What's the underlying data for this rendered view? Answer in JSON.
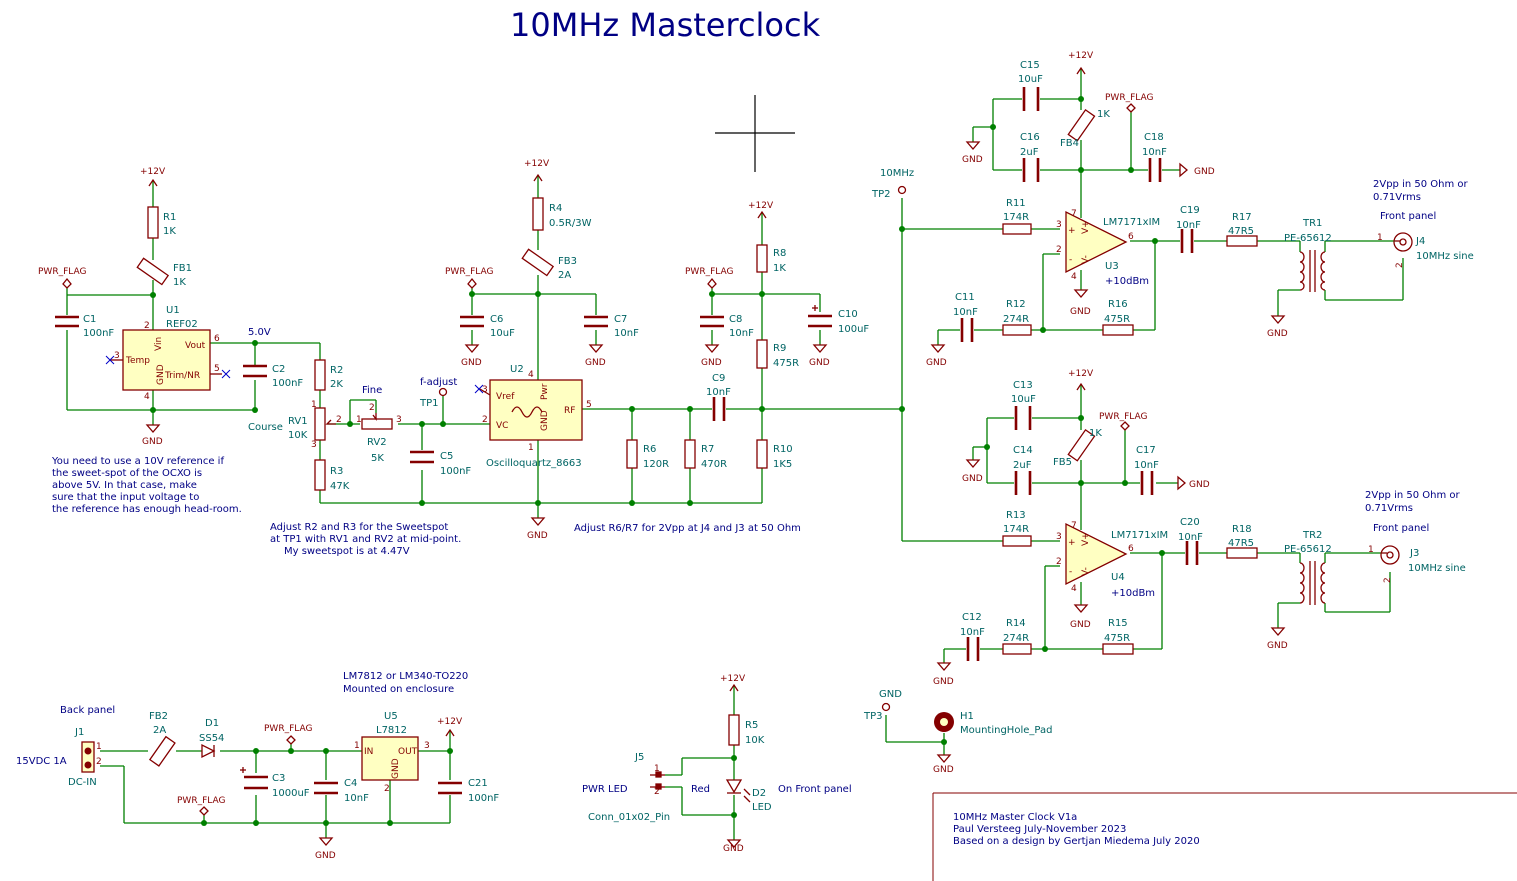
{
  "title": "10MHz Masterclock",
  "refs": {
    "C1": "C1",
    "C2": "C2",
    "C3": "C3",
    "C4": "C4",
    "C5": "C5",
    "C6": "C6",
    "C7": "C7",
    "C8": "C8",
    "C9": "C9",
    "C10": "C10",
    "C11": "C11",
    "C12": "C12",
    "C13": "C13",
    "C14": "C14",
    "C15": "C15",
    "C16": "C16",
    "C17": "C17",
    "C18": "C18",
    "C19": "C19",
    "C20": "C20",
    "C21": "C21",
    "R1": "R1",
    "R2": "R2",
    "R3": "R3",
    "R4": "R4",
    "R5": "R5",
    "R6": "R6",
    "R7": "R7",
    "R8": "R8",
    "R9": "R9",
    "R10": "R10",
    "R11": "R11",
    "R12": "R12",
    "R13": "R13",
    "R14": "R14",
    "R15": "R15",
    "R16": "R16",
    "R17": "R17",
    "R18": "R18",
    "FB1": "FB1",
    "FB2": "FB2",
    "FB3": "FB3",
    "FB4": "FB4",
    "FB5": "FB5",
    "U1": "U1",
    "U2": "U2",
    "U3": "U3",
    "U4": "U4",
    "U5": "U5",
    "RV1": "RV1",
    "RV2": "RV2",
    "TP1": "TP1",
    "TP2": "TP2",
    "TP3": "TP3",
    "TR1": "TR1",
    "TR2": "TR2",
    "J1": "J1",
    "J3": "J3",
    "J4": "J4",
    "J5": "J5",
    "D1": "D1",
    "D2": "D2",
    "H1": "H1"
  },
  "values": {
    "C1": "100nF",
    "C2": "100nF",
    "C3": "1000uF",
    "C4": "10nF",
    "C5": "100nF",
    "C6": "10uF",
    "C7": "10nF",
    "C8": "10nF",
    "C9": "10nF",
    "C10": "100uF",
    "C11": "10nF",
    "C12": "10nF",
    "C13": "10uF",
    "C14": "2uF",
    "C15": "10uF",
    "C16": "2uF",
    "C17": "10nF",
    "C18": "10nF",
    "C19": "10nF",
    "C20": "10nF",
    "C21": "100nF",
    "R1": "1K",
    "R2": "2K",
    "R3": "47K",
    "R4": "0.5R/3W",
    "R5": "10K",
    "R6": "120R",
    "R7": "470R",
    "R8": "1K",
    "R9": "475R",
    "R10": "1K5",
    "R11": "174R",
    "R12": "274R",
    "R13": "174R",
    "R14": "274R",
    "R15": "475R",
    "R16": "475R",
    "R17": "47R5",
    "R18": "47R5",
    "FB1": "1K",
    "FB2": "2A",
    "FB3": "2A",
    "FB4": "1K",
    "FB5": "1K",
    "U1": "REF02",
    "U2": "Oscilloquartz_8663",
    "U3": "LM7171xIM",
    "U4": "LM7171xIM",
    "U5": "L7812",
    "RV1": "10K",
    "RV2": "5K",
    "TR1": "PE-65612",
    "TR2": "PE-65612",
    "J1": "DC-IN",
    "J3": "10MHz sine",
    "J4": "10MHz sine",
    "J5": "Conn_01x02_Pin",
    "D1": "SS54",
    "D2": "LED",
    "H1": "MountingHole_Pad"
  },
  "nets": {
    "p12": "+12V",
    "gnd": "GND",
    "pwr_flag": "PWR_FLAG",
    "v5": "5.0V",
    "tp1": "f-adjust",
    "tp2": "10MHz",
    "tp3": "GND"
  },
  "pins": {
    "u1_vin": "Vin",
    "u1_vout": "Vout",
    "u1_temp": "Temp",
    "u1_trim": "Trim/NR",
    "u1_gnd": "GND",
    "u2_vref": "Vref",
    "u2_pwr": "Pwr",
    "u2_vc": "VC",
    "u2_gnd": "GND",
    "u2_rf": "RF",
    "u5_in": "IN",
    "u5_out": "OUT",
    "u5_gnd": "GND",
    "op_vp": "V+",
    "op_vm": "V-",
    "op_plus": "+",
    "op_minus": "-",
    "n1": "1",
    "n2": "2",
    "n3": "3",
    "n4": "4",
    "n5": "5",
    "n6": "6",
    "n7": "7"
  },
  "labels": {
    "course": "Course",
    "fine": "Fine",
    "dbm_u3": "+10dBm",
    "dbm_u4": "+10dBm",
    "front_panel_top": "Front panel",
    "front_panel_bottom": "Front panel",
    "vpp_top_1": "2Vpp in 50 Ohm or",
    "vpp_top_2": "0.71Vrms",
    "vpp_bot_1": "2Vpp in 50 Ohm or",
    "vpp_bot_2": "0.71Vrms",
    "back_panel": "Back panel",
    "dc_in_rating": "15VDC 1A",
    "reg_note_1": "LM7812 or LM340-TO220",
    "reg_note_2": "Mounted on enclosure",
    "pwr_led": "PWR LED",
    "red": "Red",
    "on_front_panel": "On Front panel"
  },
  "notes": {
    "ref_note": [
      "You need to use a 10V reference if",
      "the sweet-spot of the OCXO is",
      "above 5V. In that case, make",
      "sure that the input voltage to",
      "the reference has enough head-room."
    ],
    "sweetspot": [
      "Adjust R2 and R3 for the Sweetspot",
      "at TP1 with RV1 and RV2 at mid-point.",
      "My sweetspot is at 4.47V"
    ],
    "adjust_r6r7": "Adjust R6/R7 for 2Vpp at J4 and J3 at 50 Ohm"
  },
  "title_block": [
    "10MHz Master Clock V1a",
    "Paul Versteeg July-November 2023",
    "Based on a design by Gertjan Miedema July 2020"
  ],
  "colors": {
    "wire": "#008000",
    "component": "#840000",
    "body_fill": "#ffffc2",
    "label": "#006464",
    "note": "#000084"
  }
}
